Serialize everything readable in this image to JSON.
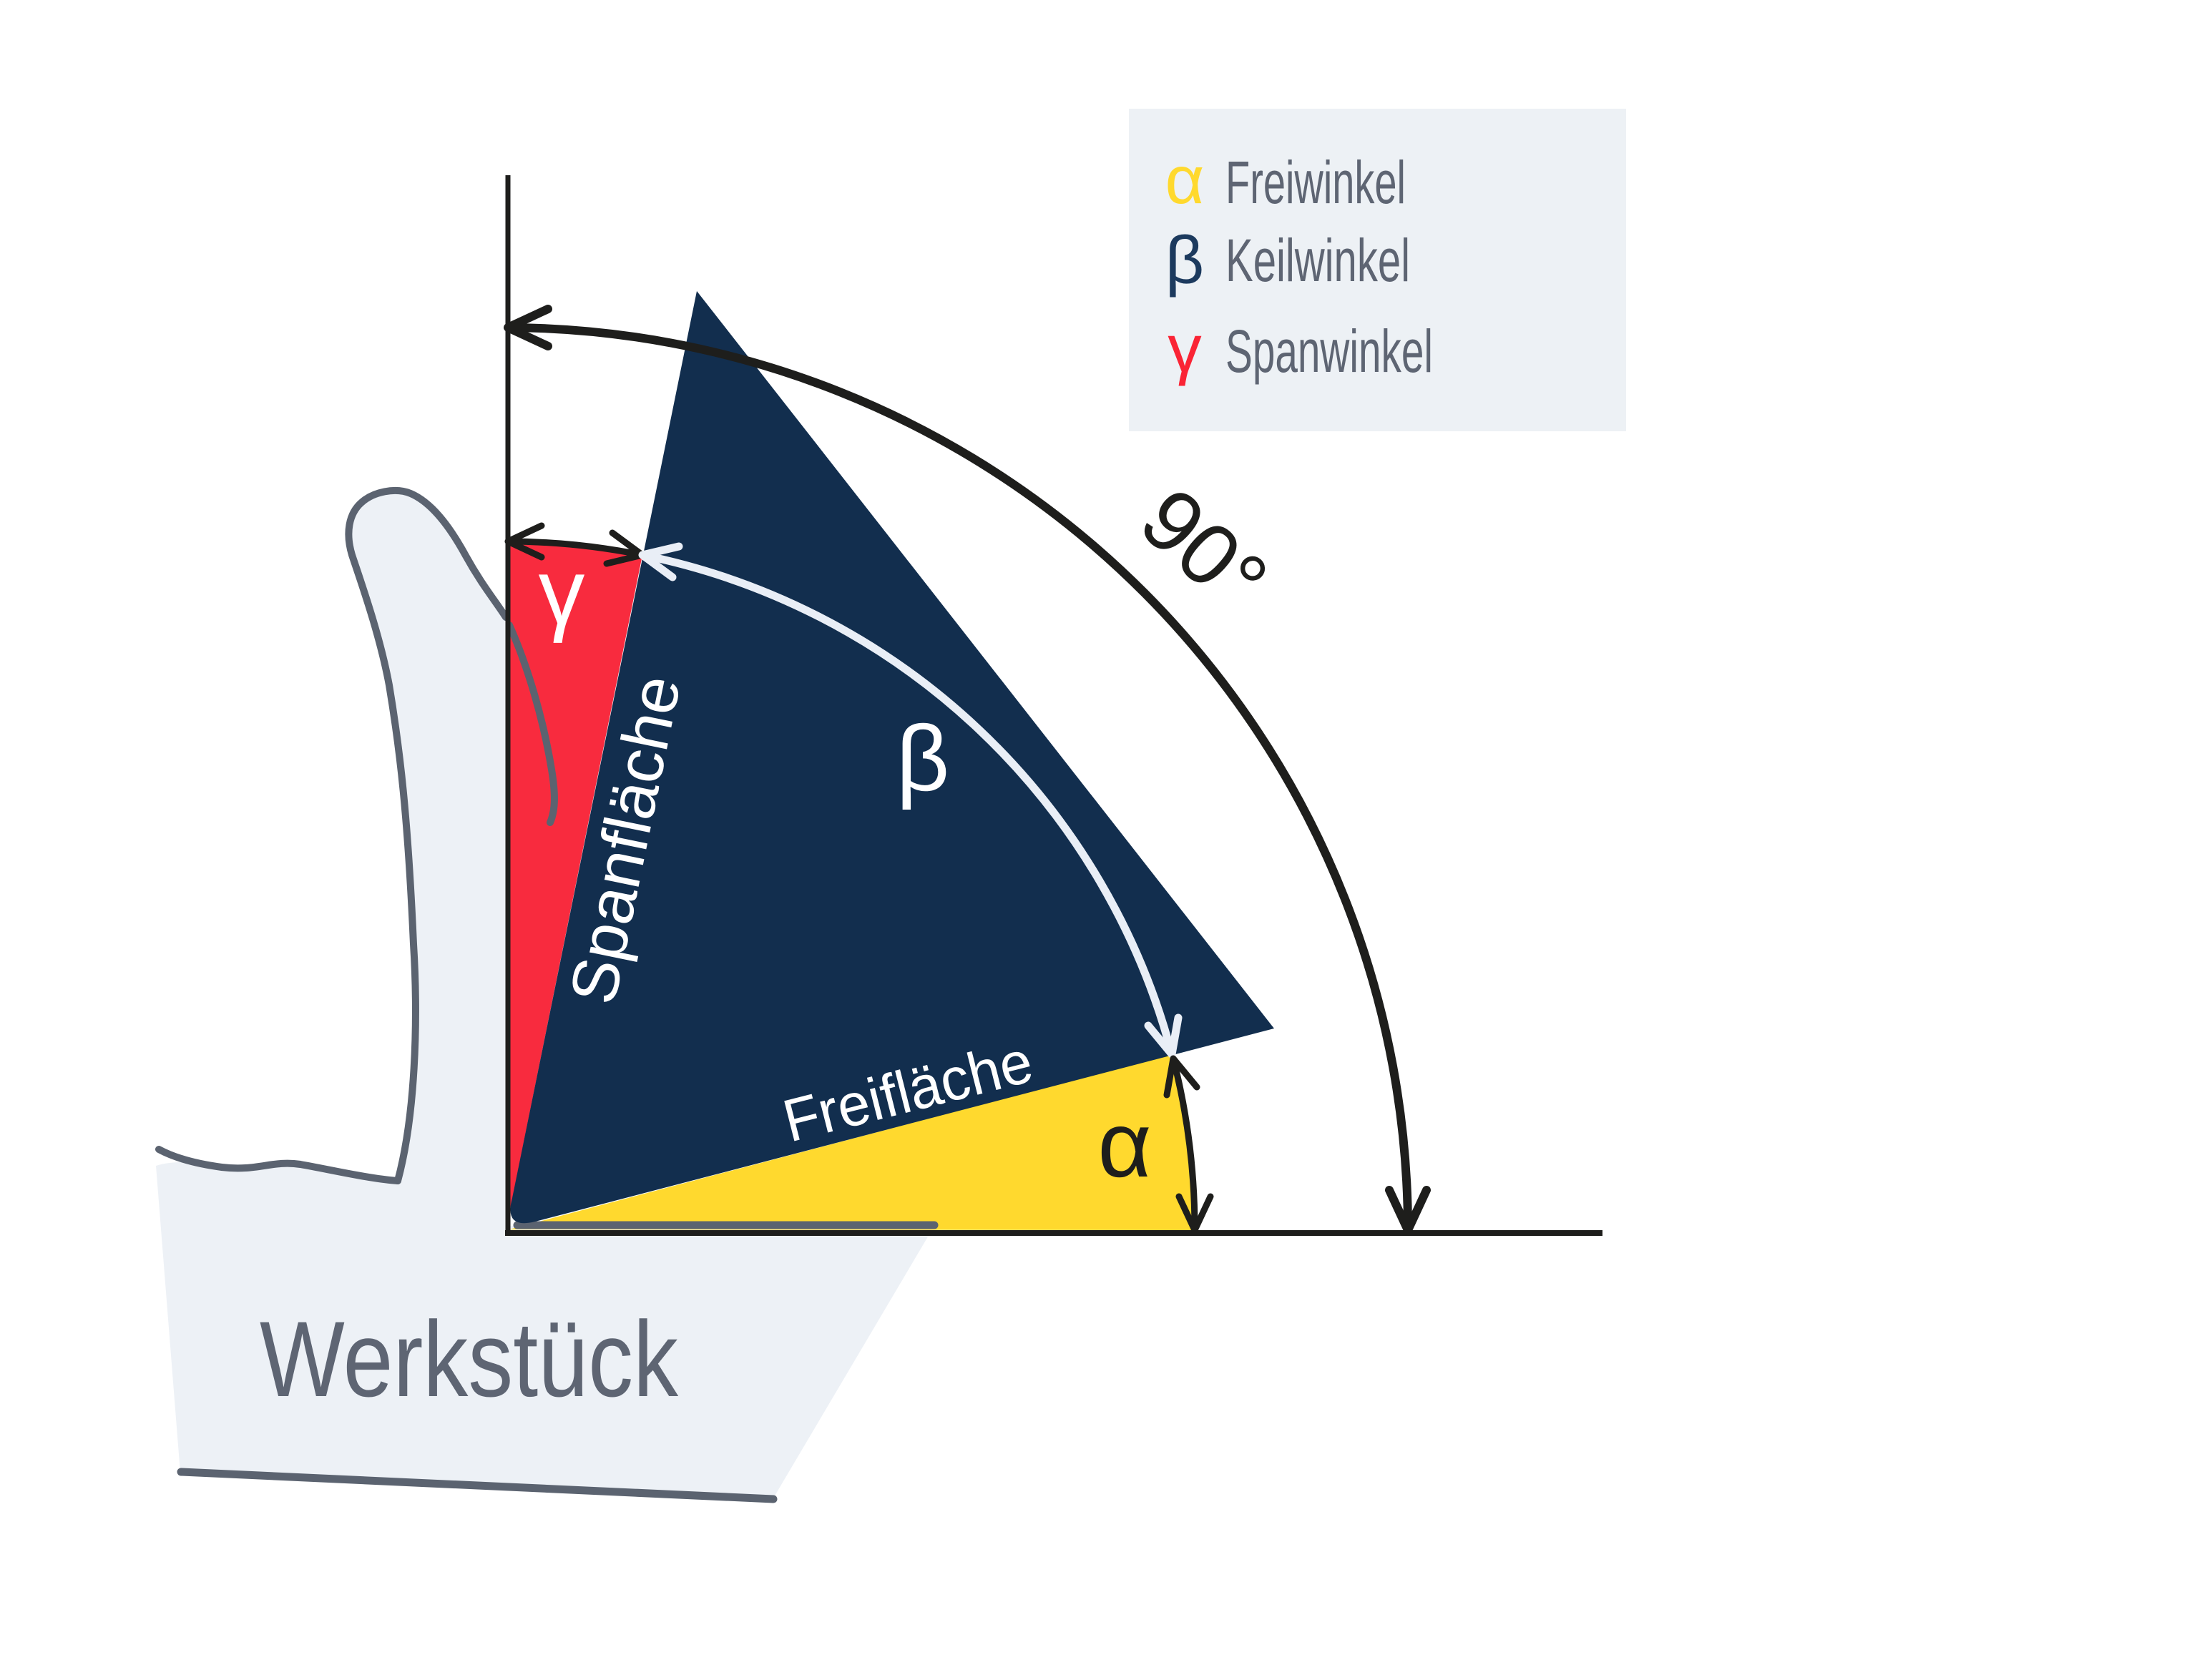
{
  "colors": {
    "background": "#ffffff",
    "navy": "#122e4e",
    "red": "#f82b3e",
    "yellow": "#ffd92e",
    "workpiece_fill": "#edf1f6",
    "workpiece_stroke": "#5b6370",
    "line_black": "#1e1e1c",
    "arc_white": "#e9eef6",
    "legend_bg": "#edf1f5",
    "legend_text": "#5e6573",
    "label_white": "#ffffff"
  },
  "legend": {
    "items": [
      {
        "symbol": "α",
        "label": "Freiwinkel",
        "symbol_color": "#ffd92e"
      },
      {
        "symbol": "β",
        "label": "Keilwinkel",
        "symbol_color": "#1c3a5e"
      },
      {
        "symbol": "γ",
        "label": "Spanwinkel",
        "symbol_color": "#fa2435"
      }
    ]
  },
  "diagram": {
    "angle_labels": {
      "gamma": "γ",
      "beta": "β",
      "alpha": "α",
      "right_angle": "90°"
    },
    "surface_labels": {
      "rake": "Spanfläche",
      "flank": "Freifläche"
    },
    "workpiece_label": "Werkstück"
  }
}
